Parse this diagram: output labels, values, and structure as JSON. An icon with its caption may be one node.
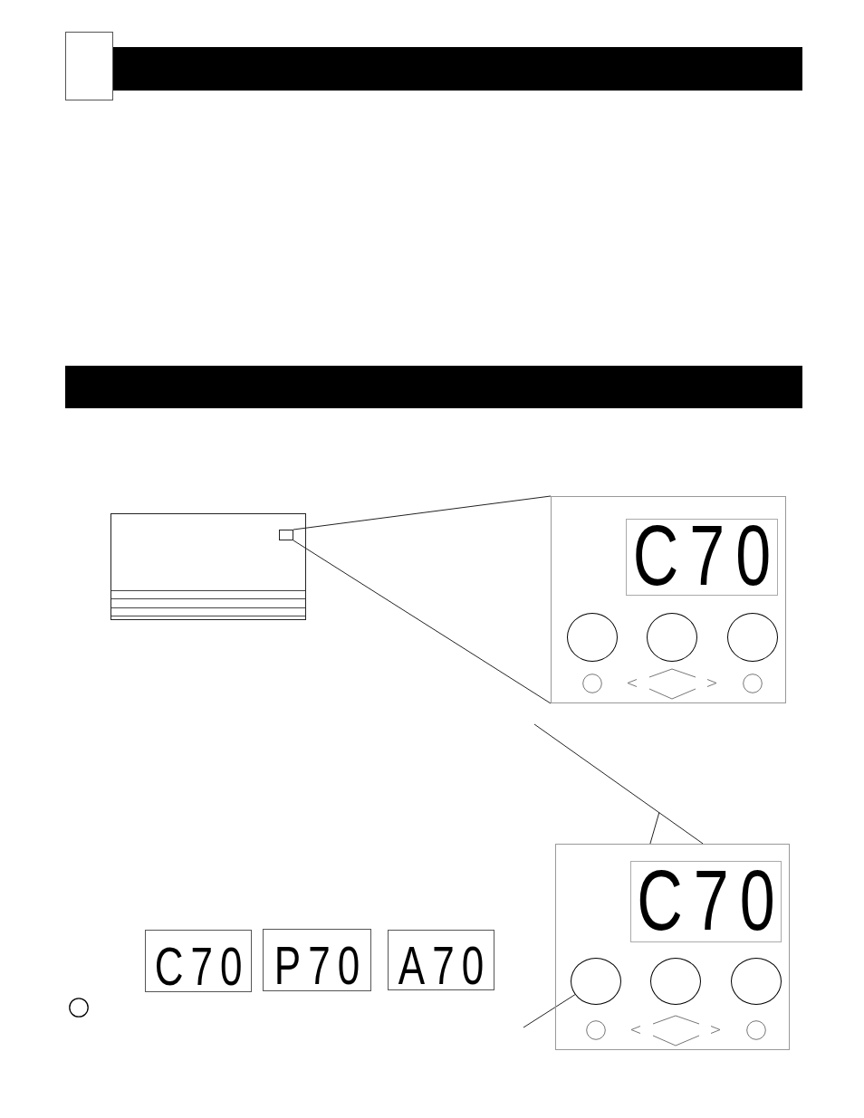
{
  "diagram": {
    "nodes": [
      {
        "text": [],
        "shape": "box"
      },
      {
        "text": [],
        "shape": "bar"
      },
      {
        "text": [],
        "shape": "bar"
      },
      {
        "text": [],
        "shape": "box"
      },
      {
        "text": [],
        "shape": "box",
        "in": 3
      },
      {
        "text": [],
        "shape": "box"
      },
      {
        "text": [
          "C70"
        ],
        "in": 5
      },
      {
        "text": [],
        "shape": "circle",
        "in": 5
      },
      {
        "text": [],
        "shape": "circle",
        "in": 5
      },
      {
        "text": [],
        "shape": "circle",
        "in": 5
      },
      {
        "text": [],
        "shape": "box"
      },
      {
        "text": [
          "C70"
        ],
        "in": 10
      },
      {
        "text": [],
        "shape": "circle",
        "in": 10
      },
      {
        "text": [],
        "shape": "circle",
        "in": 10
      },
      {
        "text": [],
        "shape": "circle",
        "in": 10
      },
      {
        "text": [
          "C70"
        ]
      },
      {
        "text": [
          "P70"
        ]
      },
      {
        "text": [
          "A70"
        ]
      }
    ],
    "edges": [
      {
        "from": 4,
        "to": 5,
        "arrow": "none"
      },
      {
        "from": 4,
        "to": 5,
        "arrow": "none"
      },
      {
        "from": null,
        "to": 10,
        "arrow": "none"
      },
      {
        "from": null,
        "to": 12,
        "arrow": "none"
      }
    ]
  }
}
